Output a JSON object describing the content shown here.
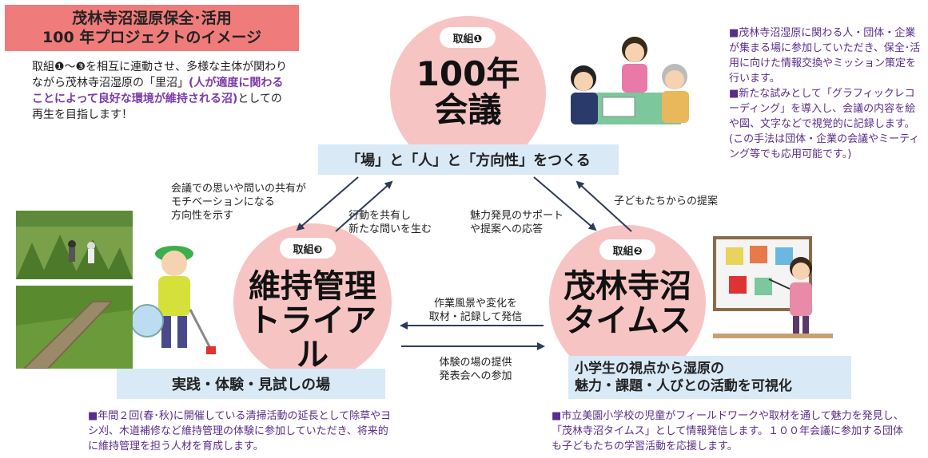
{
  "title": {
    "line1": "茂林寺沼湿原保全･活用",
    "line2": "100 年プロジェクトのイメージ"
  },
  "intro": {
    "text1": "取組❶〜❸を相互に連動させ、多様な主体が関わりながら茂林寺沼湿原の「里沼」",
    "highlight": "(人が適度に関わることによって良好な環境が維持される沼)",
    "text2": "としての再生を目指します！"
  },
  "initiatives": {
    "i1": {
      "tag": "取組❶",
      "name_line1": "100年",
      "name_line2": "会議"
    },
    "i3": {
      "tag": "取組❸",
      "name_line1": "維持管理",
      "name_line2": "トライアル"
    },
    "i2": {
      "tag": "取組❷",
      "name_line1": "茂林寺沼",
      "name_line2": "タイムス"
    }
  },
  "bands": {
    "top": "「場」と「人」と「方向性」をつくる",
    "left": "実践・体験・見試しの場",
    "right_line1": "小学生の視点から湿原の",
    "right_line2": "魅力・課題・人びとの活動を可視化"
  },
  "notes": {
    "top_right": [
      "■茂林寺沼湿原に関わる人・団体・企業が集まる場に参加していただき、保全･活用に向けた情報交換やミッション策定を行います。",
      "■新たな試みとして「グラフィックレコーディング」を導入し、会議の内容を絵や図、文字などで視覚的に記録します。(この手法は団体・企業の会議やミーティング等でも応用可能です。)"
    ],
    "bottom_left": "■年間２回(春･秋)に開催している清掃活動の延長として除草やヨシ刈、木道補修など維持管理の体験に参加していただき、将来的に維持管理を担う人材を育成します。",
    "bottom_right": "■市立美園小学校の児童がフィールドワークや取材を通して魅力を発見し、「茂林寺沼タイムス」として情報発信します。１００年会議に参加する団体も子どもたちの学習活動を応援します。"
  },
  "arrow_labels": {
    "l1": [
      "会議での思いや問いの共有が",
      "モチベーションになる",
      "方向性を示す"
    ],
    "l2": [
      "行動を共有し",
      "新たな問いを生む"
    ],
    "l3": [
      "魅力発見のサポート",
      "や提案への応答"
    ],
    "l4": [
      "子どもたちからの提案"
    ],
    "l5": [
      "作業風景や変化を",
      "取材・記録して発信"
    ],
    "l6": [
      "体験の場の提供",
      "発表会への参加"
    ]
  },
  "colors": {
    "title_bg": "#f07b7b",
    "circle": "#f7c4c4",
    "band": "#d9e9f6",
    "note_text": "#5a2d8a",
    "arrow": "#2d3a5a"
  },
  "icons": {
    "meeting": "meeting-illustration",
    "volunteer": "volunteer-cleanup-illustration",
    "teacher": "teacher-presentation-illustration",
    "photo1": "wetland-photo-workers",
    "photo2": "boardwalk-photo"
  }
}
